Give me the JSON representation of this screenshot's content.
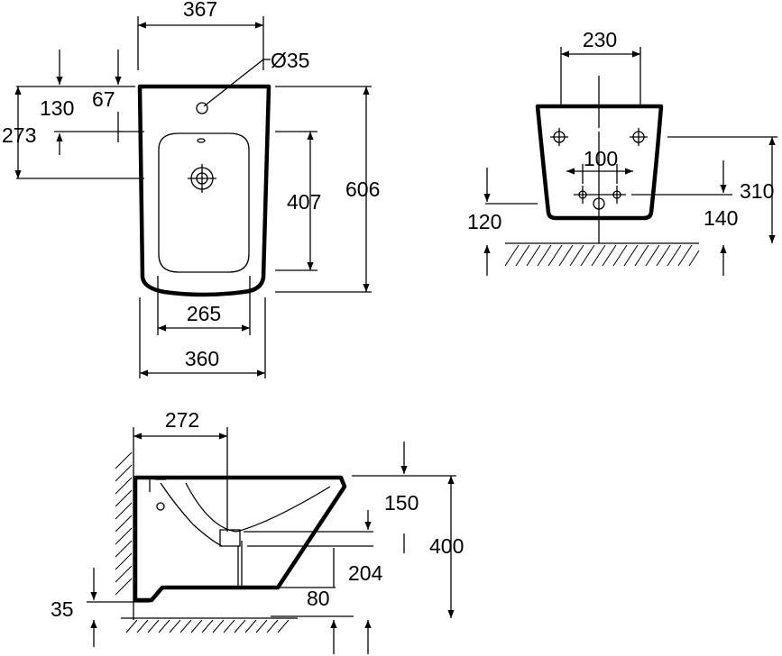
{
  "plan_view": {
    "overall_width": "367",
    "tap_hole_diameter": "Ø35",
    "tap_hole_offset": "67",
    "tap_hole_to_edge": "130",
    "waste_from_wall": "273",
    "overall_length": "606",
    "bowl_length": "407",
    "bowl_width": "265",
    "rim_width": "360"
  },
  "rear_view": {
    "bolt_spacing_wide": "230",
    "bolt_spacing_narrow": "100",
    "waste_height": "120",
    "supply_height": "140",
    "bolt_height": "310"
  },
  "side_view": {
    "waste_projection": "272",
    "rim_depth": "150",
    "overall_height": "400",
    "outlet_height": "204",
    "outlet_offset": "80",
    "base_gap": "35"
  }
}
